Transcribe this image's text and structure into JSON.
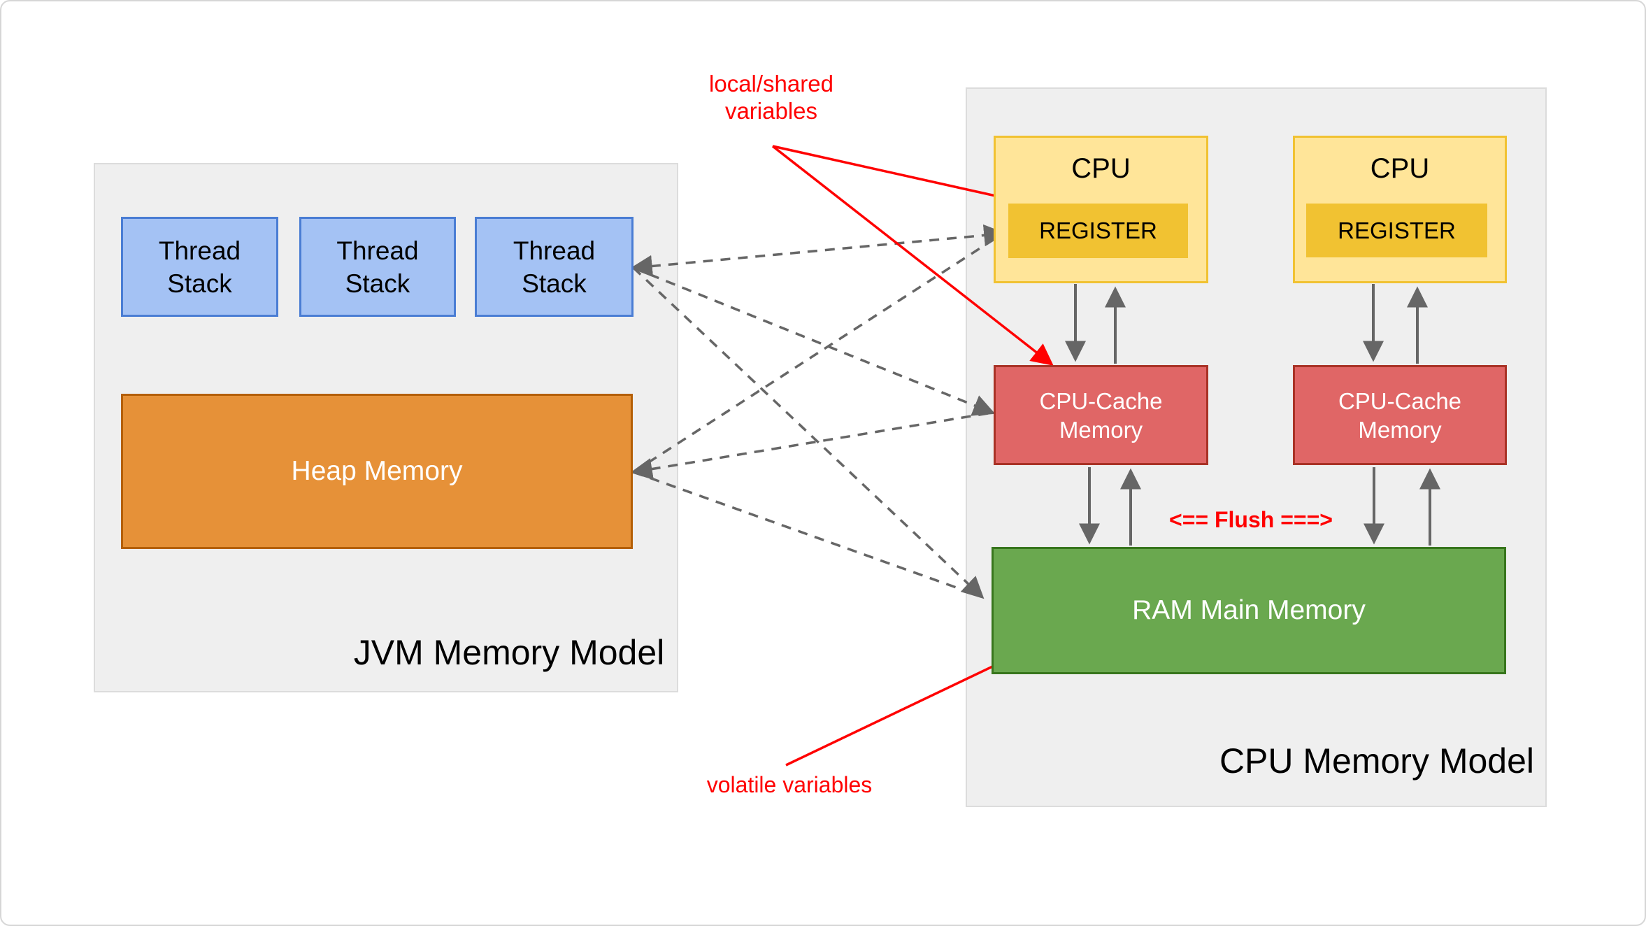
{
  "jvm_model": {
    "title": "JVM Memory Model",
    "thread_stacks": [
      {
        "label": "Thread\nStack"
      },
      {
        "label": "Thread\nStack"
      },
      {
        "label": "Thread\nStack"
      }
    ],
    "heap_label": "Heap Memory"
  },
  "cpu_model": {
    "title": "CPU Memory Model",
    "cpus": [
      {
        "label": "CPU",
        "register_label": "REGISTER"
      },
      {
        "label": "CPU",
        "register_label": "REGISTER"
      }
    ],
    "caches": [
      {
        "label": "CPU-Cache\nMemory"
      },
      {
        "label": "CPU-Cache\nMemory"
      }
    ],
    "ram_label": "RAM Main Memory",
    "flush_label": "<== Flush ===>"
  },
  "annotations": {
    "local_shared_label": "local/shared\nvariables",
    "volatile_label": "volatile variables"
  },
  "colors": {
    "panel_bg": "#efefef",
    "panel_border": "#dcdcdc",
    "thread_stack_fill": "#a4c2f4",
    "thread_stack_border": "#4a7dd4",
    "heap_fill": "#e69138",
    "heap_border": "#b45f06",
    "cpu_fill": "#ffe599",
    "cpu_border": "#f1c232",
    "register_fill": "#f1c232",
    "cache_fill": "#e06666",
    "cache_border": "#a93226",
    "ram_fill": "#6aa84f",
    "ram_border": "#38761d",
    "annotation_red": "#ff0000",
    "connector_gray": "#666666"
  }
}
